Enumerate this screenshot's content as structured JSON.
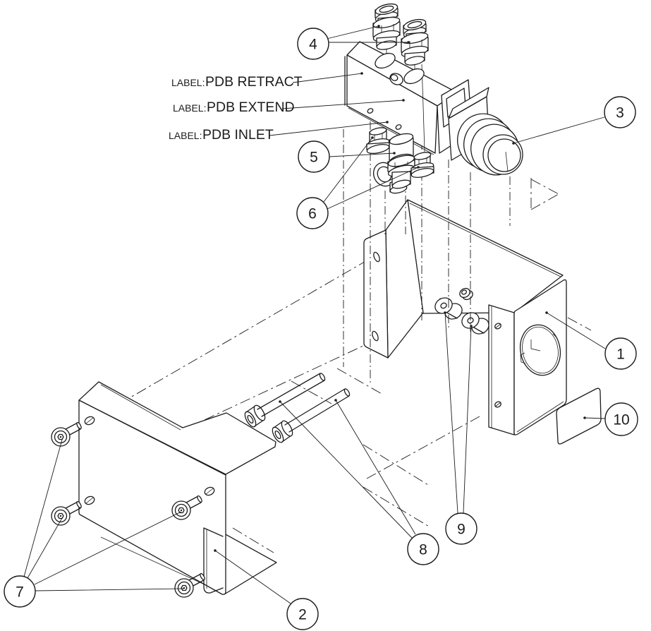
{
  "drawing": {
    "type": "exploded-assembly-technical-drawing",
    "colors": {
      "line": "#1c1c1c",
      "background": "#ffffff"
    },
    "port_labels": [
      {
        "prefix": "LABEL:",
        "text": "PDB RETRACT"
      },
      {
        "prefix": "LABEL:",
        "text": "PDB EXTEND"
      },
      {
        "prefix": "LABEL:",
        "text": "PDB INLET"
      }
    ],
    "balloons": [
      {
        "number": "1"
      },
      {
        "number": "2"
      },
      {
        "number": "3"
      },
      {
        "number": "4"
      },
      {
        "number": "5"
      },
      {
        "number": "6"
      },
      {
        "number": "7"
      },
      {
        "number": "8"
      },
      {
        "number": "9"
      },
      {
        "number": "10"
      }
    ]
  }
}
